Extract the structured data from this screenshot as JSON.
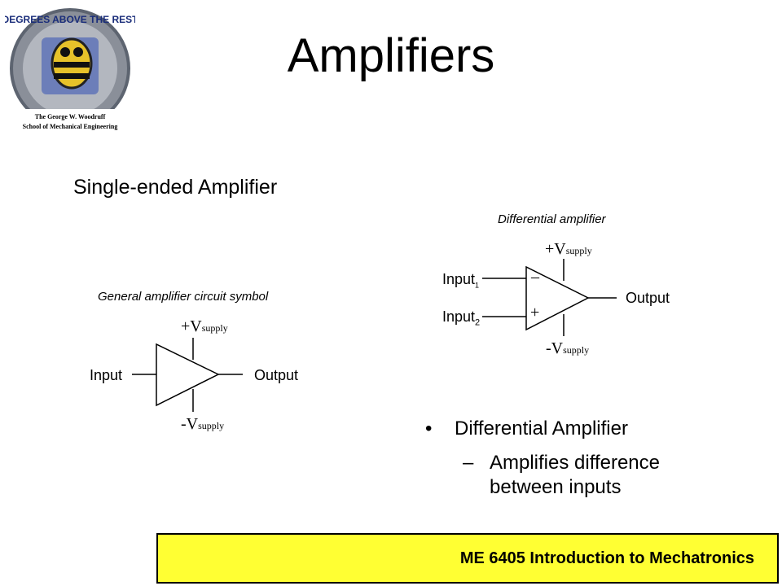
{
  "slide": {
    "title": "Amplifiers",
    "subtitle": "Single-ended Amplifier"
  },
  "logo": {
    "arc_text": "DEGREES ABOVE THE REST",
    "line1": "The George W. Woodruff",
    "line2": "School of Mechanical Engineering"
  },
  "single_diagram": {
    "caption": "General amplifier circuit symbol",
    "input_label": "Input",
    "output_label": "Output",
    "vplus": "+V",
    "vminus": "-V",
    "supply": "supply"
  },
  "diff_diagram": {
    "caption": "Differential amplifier",
    "input1_label": "Input",
    "input1_sub": "1",
    "input2_label": "Input",
    "input2_sub": "2",
    "minus_sign": "–",
    "plus_sign": "+",
    "output_label": "Output",
    "vplus": "+V",
    "vminus": "-V",
    "supply": "supply"
  },
  "bullets": {
    "marker": "•",
    "item1": "Differential Amplifier",
    "dash": "–",
    "item2": "Amplifies difference between inputs"
  },
  "footer": {
    "text": "ME 6405  Introduction to Mechatronics",
    "bg_color": "#ffff33"
  }
}
